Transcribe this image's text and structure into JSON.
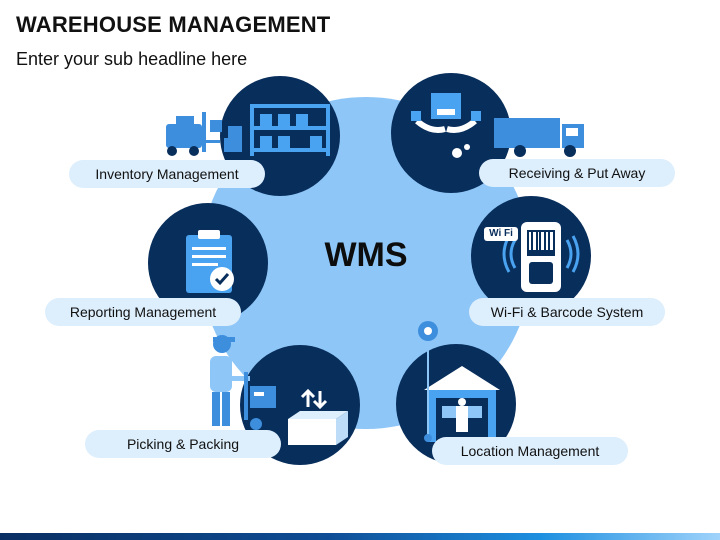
{
  "header": {
    "title": "WAREHOUSE MANAGEMENT",
    "subtitle": "Enter your sub headline here"
  },
  "center": {
    "label": "WMS"
  },
  "nodes": [
    {
      "label": "Inventory Management"
    },
    {
      "label": "Receiving & Put Away"
    },
    {
      "label": "Reporting Management"
    },
    {
      "label": "Wi-Fi & Barcode System"
    },
    {
      "label": "Picking & Packing"
    },
    {
      "label": "Location Management"
    }
  ],
  "wifi_badge": "Wi Fi",
  "colors": {
    "node": "#082e5c",
    "hub": "#8ec6f7",
    "pill": "#ddeefc",
    "icon_light": "#4aa3f0"
  }
}
